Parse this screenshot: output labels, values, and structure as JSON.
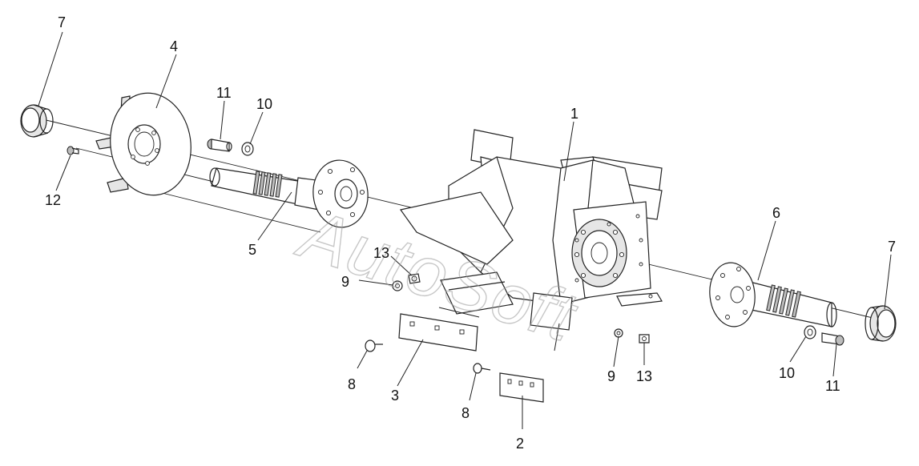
{
  "watermark": "AutoSoft",
  "callouts": {
    "c1": "1",
    "c2": "2",
    "c3": "3",
    "c4": "4",
    "c5": "5",
    "c6": "6",
    "c7a": "7",
    "c7b": "7",
    "c8a": "8",
    "c8b": "8",
    "c9a": "9",
    "c9b": "9",
    "c10a": "10",
    "c10b": "10",
    "c11a": "11",
    "c11b": "11",
    "c12": "12",
    "c13a": "13",
    "c13b": "13"
  }
}
